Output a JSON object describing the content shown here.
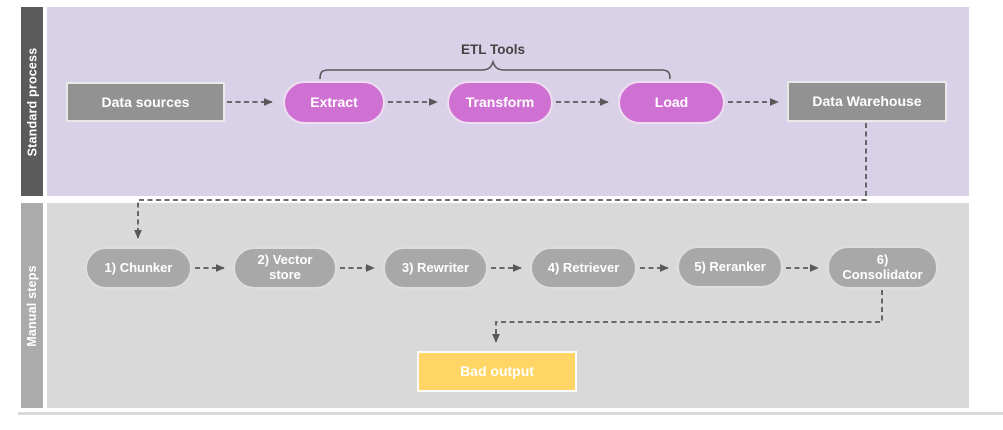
{
  "diagram": {
    "lanes": {
      "standard": {
        "label": "Standard process",
        "bar_color": "#5b5b5b",
        "body_color": "#d8d1e8"
      },
      "manual": {
        "label": "Manual steps",
        "bar_color": "#ababab",
        "body_color": "#d9d9d9"
      }
    },
    "annotations": {
      "etl_tools": {
        "label": "ETL Tools"
      }
    },
    "nodes": {
      "data_sources": {
        "label": "Data sources",
        "shape": "rect",
        "color": "#929292"
      },
      "extract": {
        "label": "Extract",
        "shape": "pill",
        "color": "#cf70d3"
      },
      "transform": {
        "label": "Transform",
        "shape": "pill",
        "color": "#cf70d3"
      },
      "load": {
        "label": "Load",
        "shape": "pill",
        "color": "#cf70d3"
      },
      "data_warehouse": {
        "label": "Data Warehouse",
        "shape": "rect",
        "color": "#929292"
      },
      "chunker": {
        "label": "1) Chunker",
        "shape": "pill",
        "color": "#a8a8a8"
      },
      "vector_store": {
        "label": "2) Vector store",
        "shape": "pill",
        "color": "#a8a8a8"
      },
      "rewriter": {
        "label": "3) Rewriter",
        "shape": "pill",
        "color": "#a8a8a8"
      },
      "retriever": {
        "label": "4) Retriever",
        "shape": "pill",
        "color": "#a8a8a8"
      },
      "reranker": {
        "label": "5) Reranker",
        "shape": "pill",
        "color": "#a8a8a8"
      },
      "consolidator": {
        "label": "6) Consolidator",
        "shape": "pill",
        "color": "#a8a8a8"
      },
      "bad_output": {
        "label": "Bad output",
        "shape": "rect",
        "color": "#ffd666"
      }
    },
    "edges": [
      {
        "from": "data_sources",
        "to": "extract",
        "style": "dashed-arrow"
      },
      {
        "from": "extract",
        "to": "transform",
        "style": "dashed-arrow"
      },
      {
        "from": "transform",
        "to": "load",
        "style": "dashed-arrow"
      },
      {
        "from": "load",
        "to": "data_warehouse",
        "style": "dashed-arrow"
      },
      {
        "from": "data_warehouse",
        "to": "chunker",
        "style": "dashed-arrow-elbow"
      },
      {
        "from": "chunker",
        "to": "vector_store",
        "style": "dashed-arrow"
      },
      {
        "from": "vector_store",
        "to": "rewriter",
        "style": "dashed-arrow"
      },
      {
        "from": "rewriter",
        "to": "retriever",
        "style": "dashed-arrow"
      },
      {
        "from": "retriever",
        "to": "reranker",
        "style": "dashed-arrow"
      },
      {
        "from": "reranker",
        "to": "consolidator",
        "style": "dashed-arrow"
      },
      {
        "from": "consolidator",
        "to": "bad_output",
        "style": "dashed-arrow-elbow"
      }
    ],
    "connector_color": "#595959"
  }
}
